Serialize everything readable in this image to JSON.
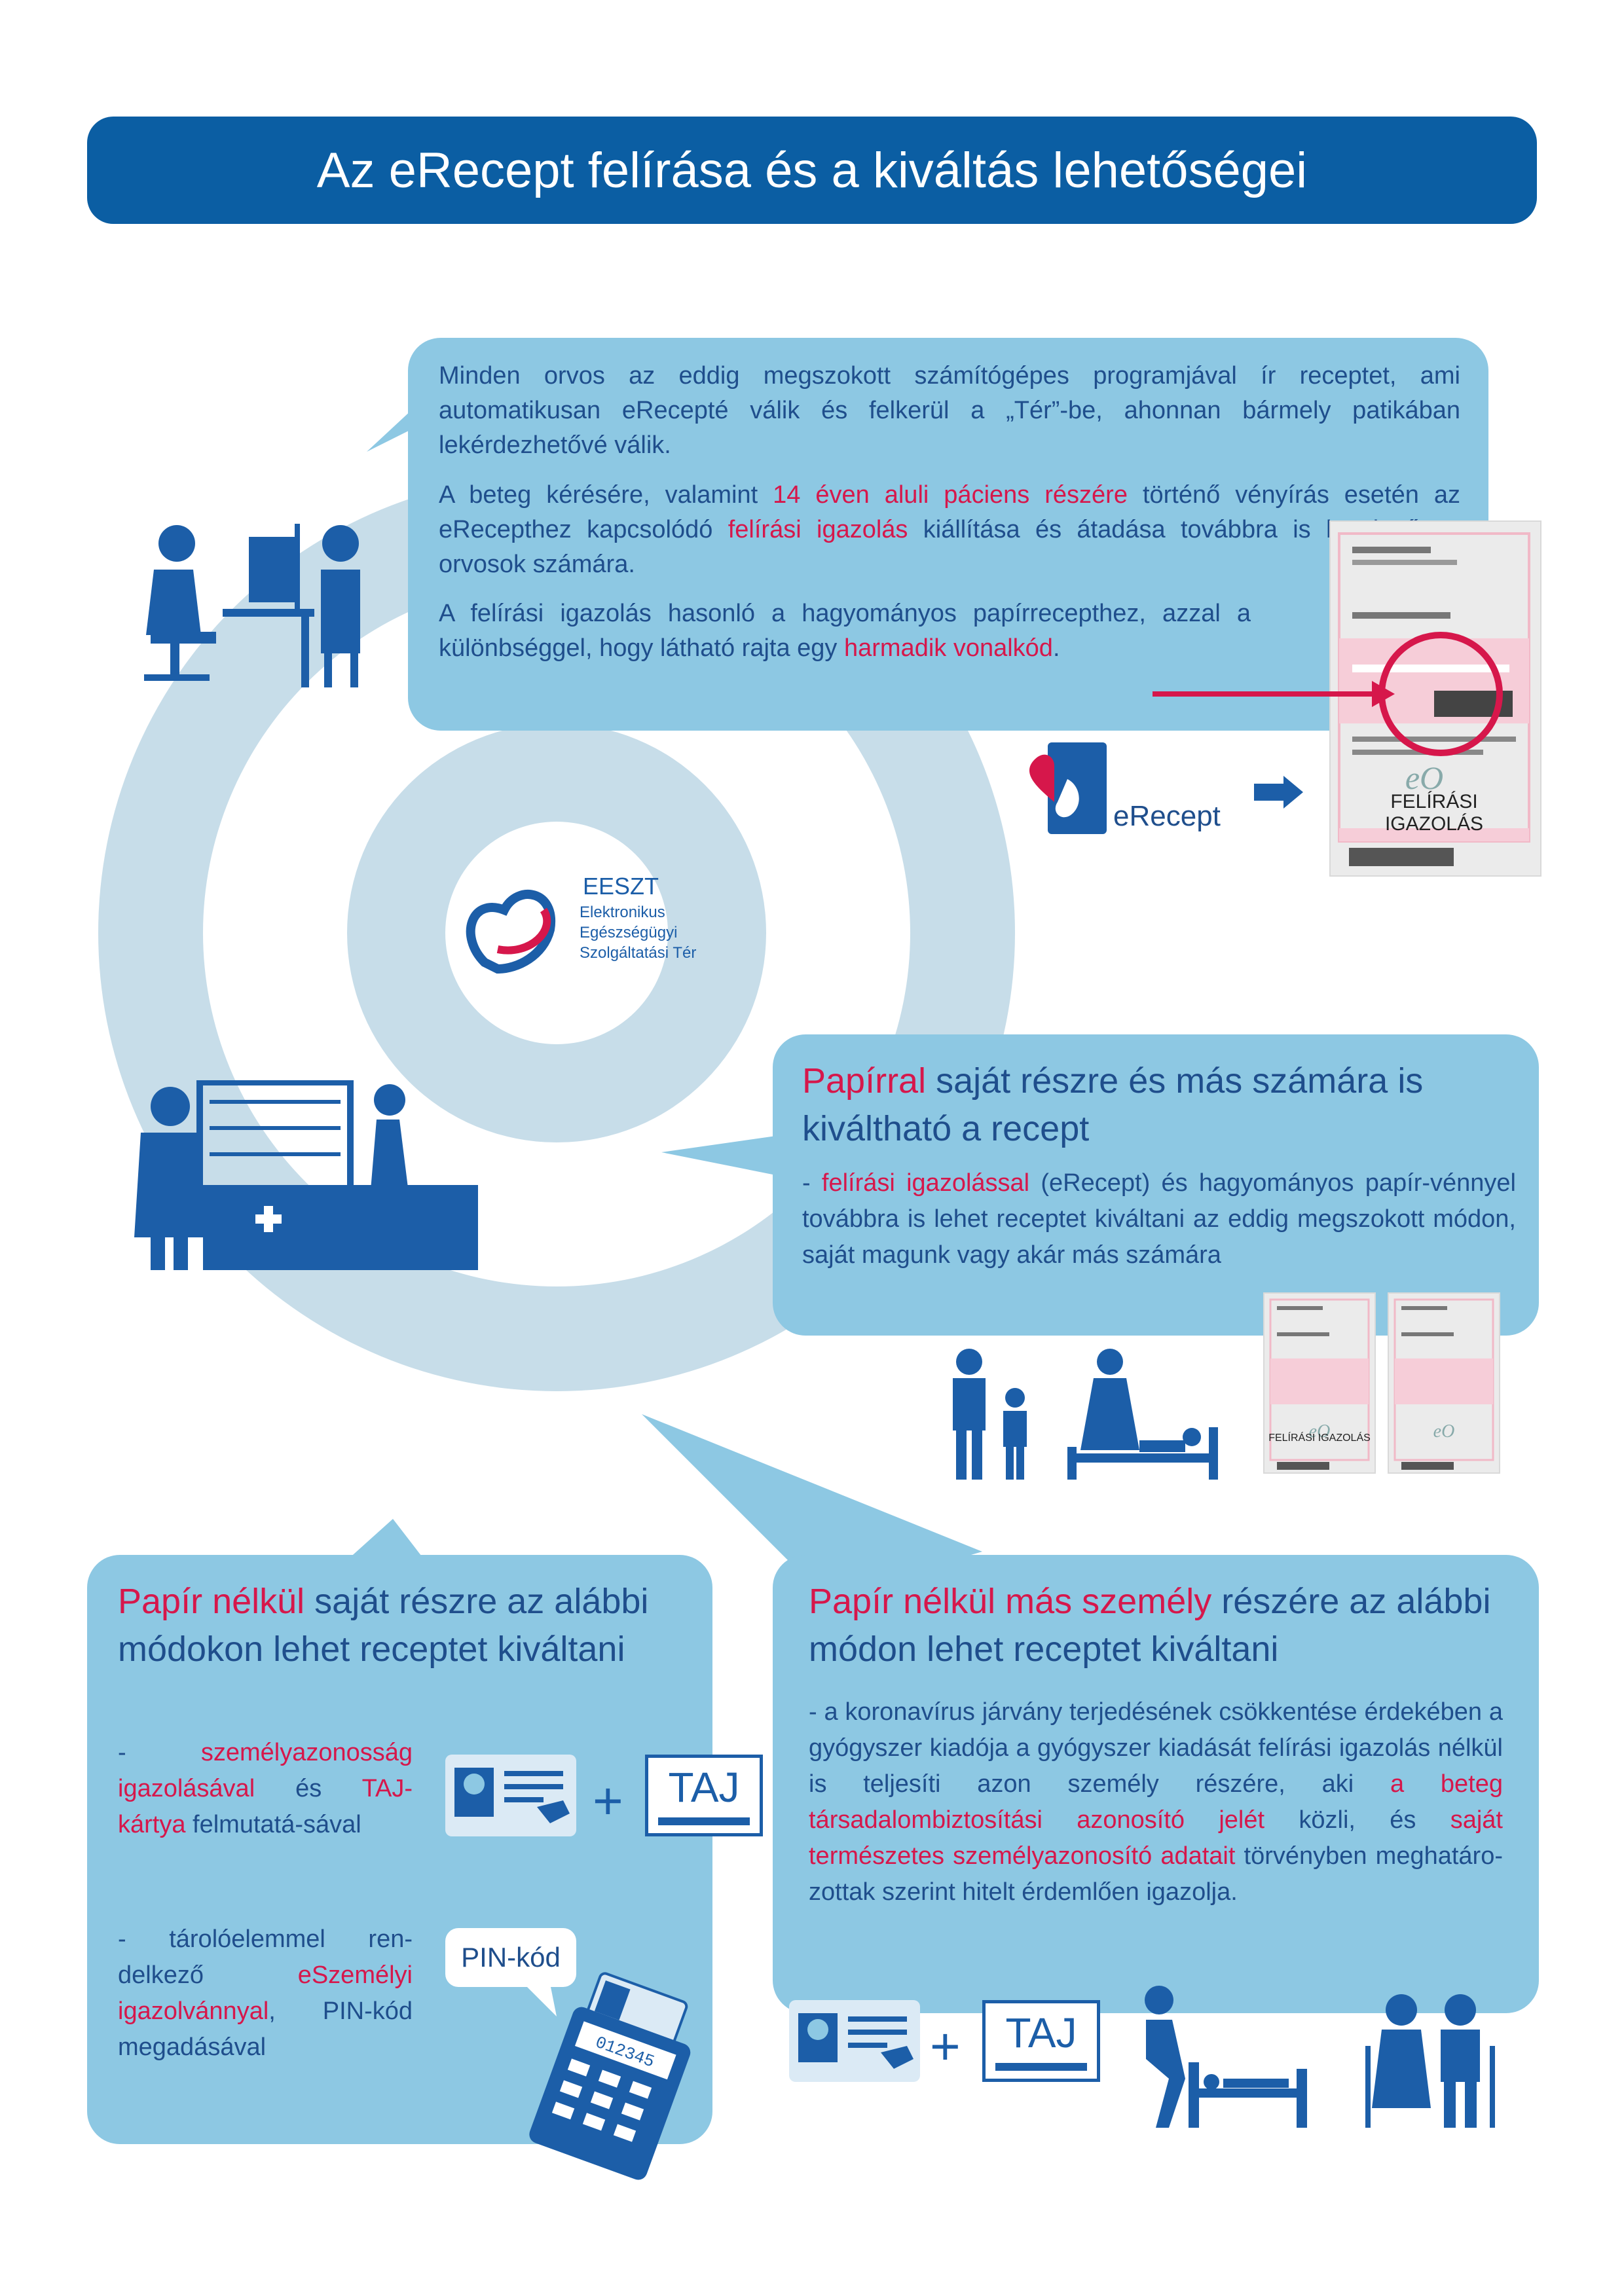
{
  "title": "Az eRecept felírása és a kiváltás lehetőségei",
  "intro": {
    "p1": "Minden orvos az eddig megszokott számítógépes programjával ír receptet, ami automatikusan eRecepté válik és felkerül a „Tér”-be, ahonnan bármely patikában lekérdezhetővé válik.",
    "p2_a": "A beteg kérésére, valamint ",
    "p2_b": "14 éven aluli páciens részére",
    "p2_c": " történő vényírás esetén az eRecepthez kapcsolódó ",
    "p2_d": "felírási igazolás",
    "p2_e": " kiállítása és átadása továbbra is kötelező az orvosok számára.",
    "p3_a": "A felírási igazolás hasonló a hagyományos papírrecepthez, azzal a különbséggel, hogy látható rajta egy ",
    "p3_b": "harmadik vonalkód",
    "p3_c": "."
  },
  "erecept_logo_label": "eRecept",
  "form_label": "FELÍRÁSI IGAZOLÁS",
  "eeszt": {
    "name": "EESZT",
    "line1": "Elektronikus",
    "line2": "Egészségügyi",
    "line3": "Szolgáltatási Tér"
  },
  "paper": {
    "title_a": "Papírral",
    "title_b": " saját részre és más számára is kiváltható a recept",
    "body_a": "- ",
    "body_b": "felírási igazolással",
    "body_c": " (eRecept) és hagyományos papír-vénnyel továbbra is lehet receptet kiváltani az eddig megszokott módon, saját magunk vagy akár más számára",
    "form_label": "FELÍRÁSI IGAZOLÁS"
  },
  "self": {
    "title_a": "Papír nélkül",
    "title_b": " saját részre az alábbi módokon lehet receptet kiváltani",
    "b1_a": "- ",
    "b1_b": "személyazonosság igazolásával",
    "b1_c": " és ",
    "b1_d": "TAJ-kártya",
    "b1_e": " felmutatá-sával",
    "b2_a": "- tárolóelemmel ren-delkező ",
    "b2_b": "eSzemélyi igazolvánnyal",
    "b2_c": ", PIN-kód megadásával",
    "taj": "TAJ",
    "plus": "+",
    "pin": "PIN-kód",
    "pin_digits": "012345"
  },
  "other": {
    "title_a": "Papír nélkül más személy",
    "title_b": " részére az alábbi módon lehet receptet kiváltani",
    "body_a": "- a koronavírus járvány terjedésének csökkentése érdekében a gyógyszer kiadója a gyógyszer kiadását felírási igazolás nélkül is teljesíti azon személy részére, aki ",
    "body_b": "a beteg társadalombiztosítási azonosító jelét",
    "body_c": " közli, és ",
    "body_d": "saját természetes személyazonosító adatait",
    "body_e": " törvényben meghatáro-zottak szerint hitelt érdemlően igazolja.",
    "taj": "TAJ",
    "plus": "+"
  },
  "colors": {
    "brand_blue": "#0b5ea3",
    "bubble": "#8dc8e3",
    "accent_red": "#d6174b",
    "ring": "#c7dde9"
  }
}
